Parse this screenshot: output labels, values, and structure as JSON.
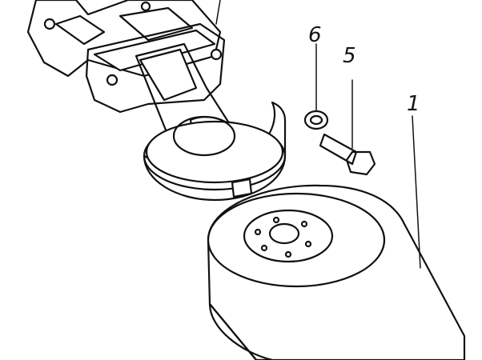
{
  "diagram": {
    "callouts": [
      {
        "id": "part-6",
        "label": "6"
      },
      {
        "id": "part-5",
        "label": "5"
      },
      {
        "id": "part-1",
        "label": "1"
      }
    ],
    "colors": {
      "ink": "#111111",
      "paper": "#ffffff"
    }
  }
}
